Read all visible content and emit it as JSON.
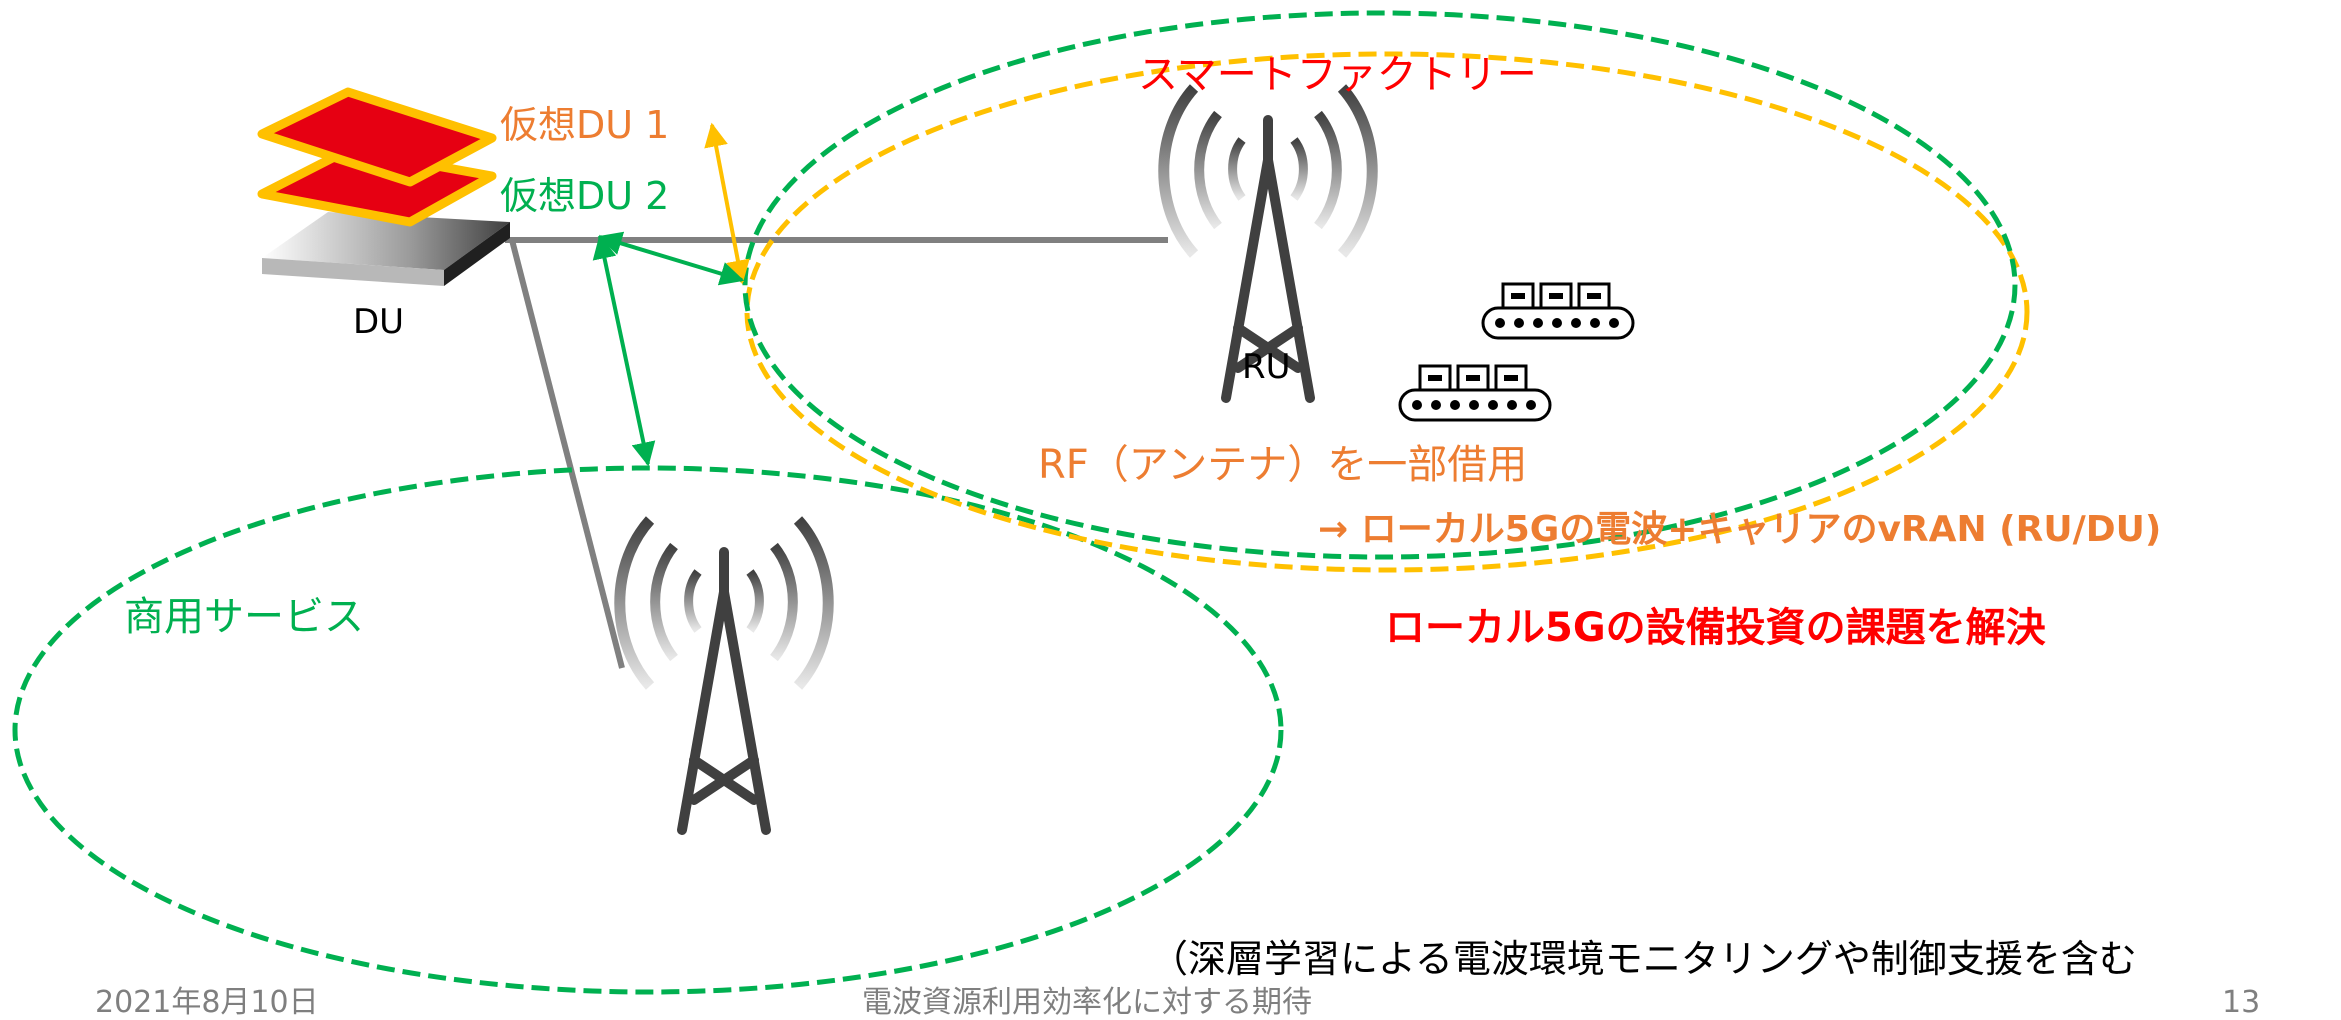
{
  "diagram": {
    "du_label": "DU",
    "virtual_du_1": "仮想DU 1",
    "virtual_du_2": "仮想DU 2",
    "smart_factory": "スマートファクトリー",
    "ru_label": "RU",
    "commercial_service": "商用サービス",
    "rf_shared": "RF（アンテナ）を一部借用",
    "local5g_vran": "→ ローカル5Gの電波+キャリアのvRAN (RU/DU)",
    "local5g_issue": "ローカル5Gの設備投資の課題を解決",
    "deep_learning_note": "（深層学習による電波環境モニタリングや制御支援を含む"
  },
  "footer": {
    "date": "2021年8月10日",
    "title": "電波資源利用効率化に対する期待",
    "page": "13"
  },
  "colors": {
    "green": "#00B050",
    "yellow": "#FFC000",
    "orange": "#ED7D31",
    "red": "#FF0000",
    "du_red": "#E60012",
    "line_grey": "#808080",
    "tower_grey": "#404040"
  }
}
